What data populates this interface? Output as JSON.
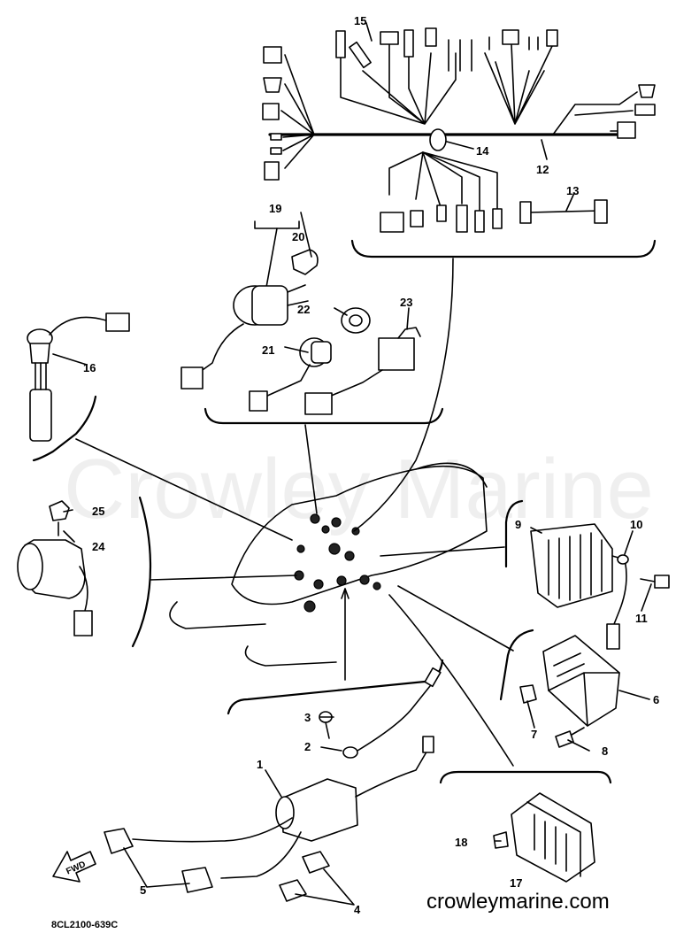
{
  "watermark": "Crowley Marine",
  "footer": {
    "diagram_code": "8CL2100-639C",
    "site": "crowleymarine.com"
  },
  "direction_marker": {
    "label": "FWD",
    "icon": "fwd-arrow-icon"
  },
  "callouts": [
    {
      "n": "1"
    },
    {
      "n": "2"
    },
    {
      "n": "3"
    },
    {
      "n": "4"
    },
    {
      "n": "5"
    },
    {
      "n": "6"
    },
    {
      "n": "7"
    },
    {
      "n": "8"
    },
    {
      "n": "9"
    },
    {
      "n": "10"
    },
    {
      "n": "11"
    },
    {
      "n": "12"
    },
    {
      "n": "13"
    },
    {
      "n": "14"
    },
    {
      "n": "15"
    },
    {
      "n": "16"
    },
    {
      "n": "17"
    },
    {
      "n": "18"
    },
    {
      "n": "19"
    },
    {
      "n": "20"
    },
    {
      "n": "21"
    },
    {
      "n": "22"
    },
    {
      "n": "23"
    },
    {
      "n": "24"
    },
    {
      "n": "25"
    }
  ]
}
